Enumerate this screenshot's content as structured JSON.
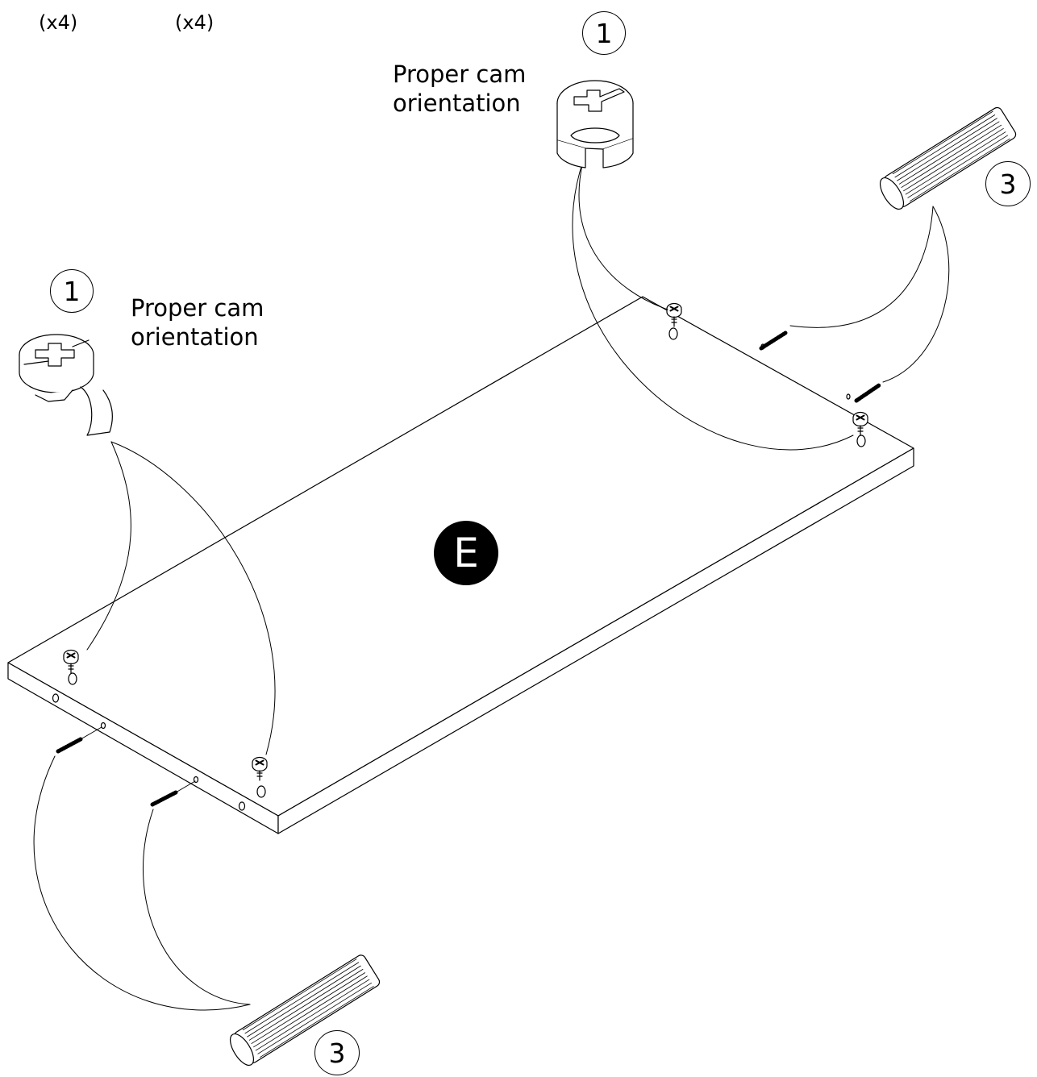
{
  "quantities": [
    "(x4)",
    "(x4)"
  ],
  "parts": {
    "cam": {
      "number": "1",
      "note_line1": "Proper cam",
      "note_line2": "orientation"
    },
    "dowel": {
      "number": "3"
    }
  },
  "panel": {
    "letter": "E"
  },
  "icons": [
    "cam-lock-icon",
    "cam-bolt-icon",
    "wood-dowel-icon",
    "panel-board-icon"
  ],
  "colors": {
    "line": "#000000",
    "background": "#ffffff",
    "badge": "#000000",
    "badge_text": "#ffffff"
  }
}
